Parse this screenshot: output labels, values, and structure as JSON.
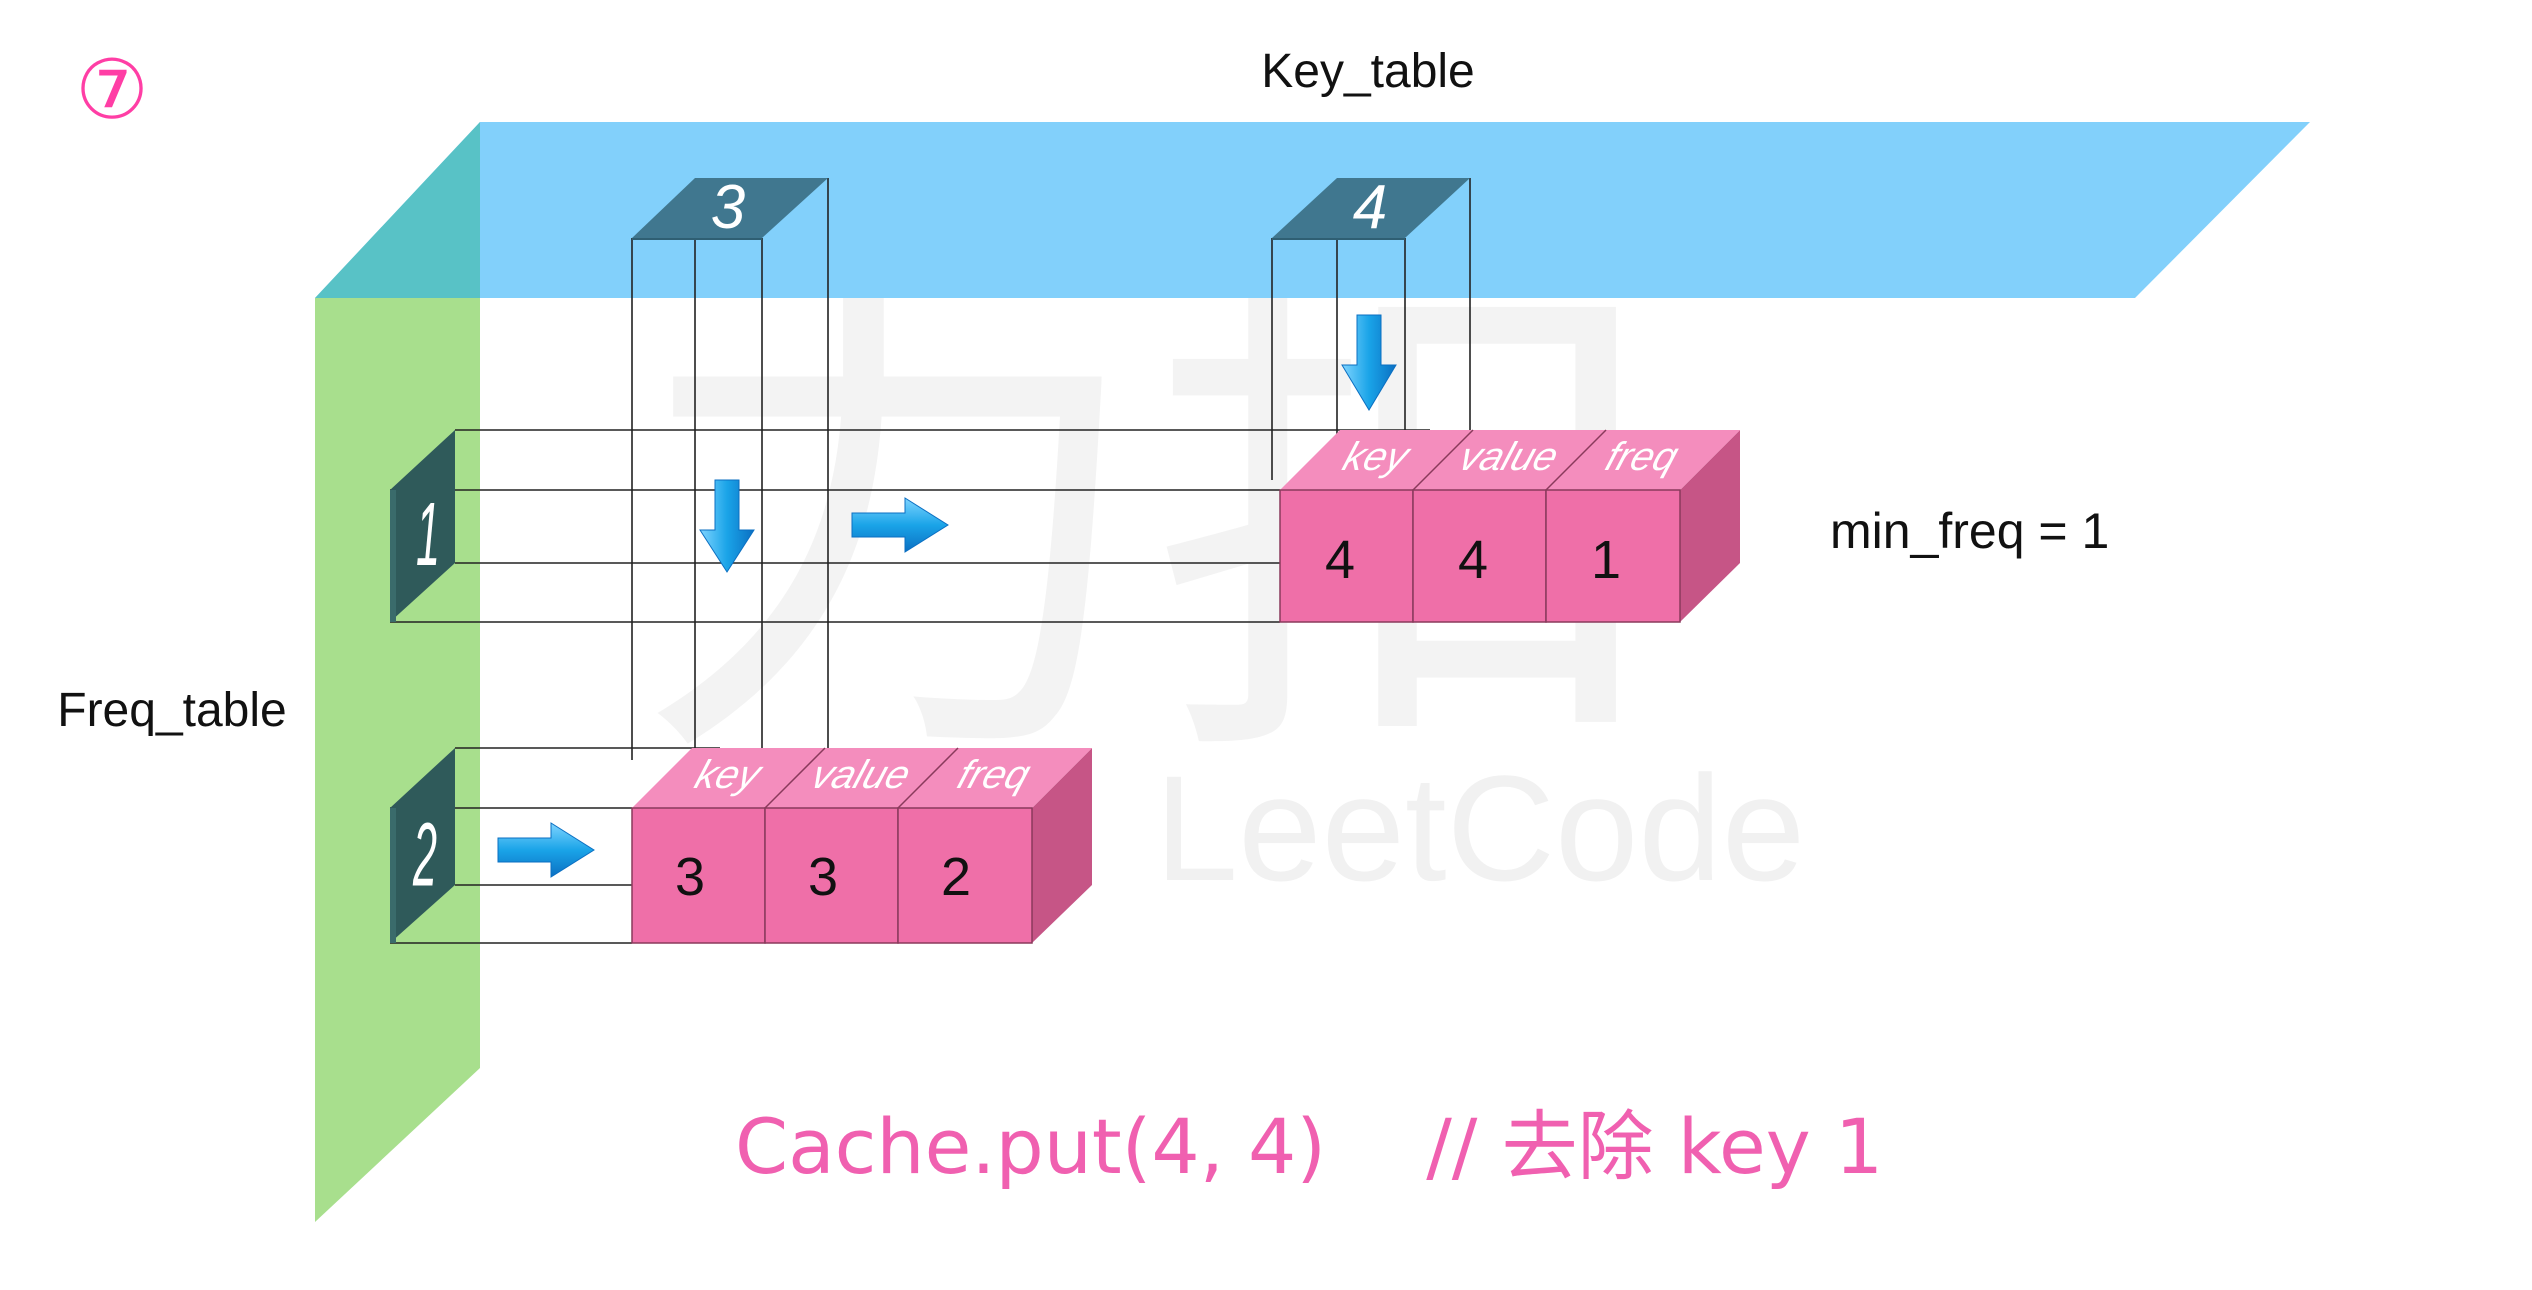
{
  "step_marker": "⑦",
  "key_table": {
    "label": "Key_table",
    "slots": [
      {
        "label": "3"
      },
      {
        "label": "4"
      }
    ]
  },
  "freq_table": {
    "label": "Freq_table",
    "slots": [
      {
        "label": "1"
      },
      {
        "label": "2"
      }
    ]
  },
  "node_header": {
    "key": "key",
    "value": "value",
    "freq": "freq"
  },
  "nodes": [
    {
      "key": "4",
      "value": "4",
      "freq": "1"
    },
    {
      "key": "3",
      "value": "3",
      "freq": "2"
    }
  ],
  "min_freq_label": "min_freq = 1",
  "caption": "Cache.put(4, 4)　 // 去除 key 1",
  "watermark": {
    "text": "LeetCode",
    "cn": "力扣"
  },
  "colors": {
    "key_table": "#82d0fb",
    "key_table_side": "#58c2c6",
    "freq_table": "#a8df8d",
    "slot_top": "#40778f",
    "slot_face": "#3a6b6b",
    "node_front": "#ef6fa8",
    "node_top": "#f48dbd",
    "node_side": "#c65586",
    "arrow": "#1aa4e8",
    "caption": "#f060b0",
    "marker": "#ff3ea5"
  }
}
